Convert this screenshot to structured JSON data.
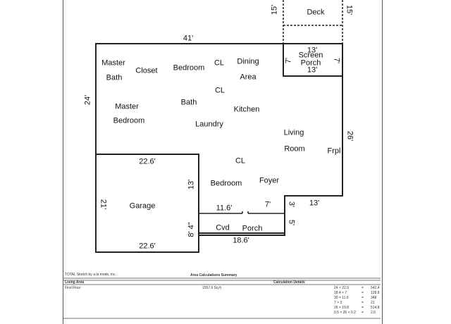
{
  "rooms": {
    "deck": "Deck",
    "screen_porch_1": "Screen",
    "screen_porch_2": "Porch",
    "master_bath_1": "Master",
    "master_bath_2": "Bath",
    "closet": "Closet",
    "bedroom_top": "Bedroom",
    "cl_top": "CL",
    "dining_1": "Dining",
    "dining_2": "Area",
    "cl_mid": "CL",
    "master_bed_1": "Master",
    "master_bed_2": "Bedroom",
    "bath": "Bath",
    "kitchen": "Kitchen",
    "laundry": "Laundry",
    "living_1": "Living",
    "living_2": "Room",
    "frpl": "Frpl",
    "cl_low": "CL",
    "bedroom_low": "Bedroom",
    "foyer": "Foyer",
    "garage": "Garage",
    "cvd": "Cvd",
    "porch": "Porch"
  },
  "dimensions": {
    "deck_left": "15'",
    "deck_right": "15'",
    "top_41": "41'",
    "sp_top": "13'",
    "sp_bottom": "13'",
    "sp_left": "7'",
    "sp_right": "7'",
    "left_24": "24'",
    "right_26": "26'",
    "garage_top": "22.6'",
    "garage_bottom": "22.6'",
    "garage_left": "21'",
    "garage_right_13": "13'",
    "garage_right_84": "8' 4\"",
    "bed_116": "11.6'",
    "foyer_7": "7'",
    "step_3": "3'",
    "step_13": "13'",
    "porch_5": "5'",
    "porch_186": "18.6'"
  },
  "summary": {
    "software_note": "TOTAL Sketch by a la mode, inc.",
    "title": "Area Calculations Summary",
    "living_area_label": "Living Area",
    "first_floor_label": "First Floor",
    "first_floor_value": "1557.6 Sq ft",
    "calc_details_label": "Calculation Details",
    "calcs": [
      {
        "expr": "24 × 22.6",
        "eq": "=",
        "val": "542.4"
      },
      {
        "expr": "18.4 × 7",
        "eq": "=",
        "val": "128.8"
      },
      {
        "expr": "30 × 11.6",
        "eq": "=",
        "val": "348"
      },
      {
        "expr": "7 × 3",
        "eq": "=",
        "val": "21"
      },
      {
        "expr": "26 × 19.8",
        "eq": "=",
        "val": "514.8"
      },
      {
        "expr": "0.5 × 26 × 0.2",
        "eq": "=",
        "val": "2.6"
      }
    ]
  }
}
